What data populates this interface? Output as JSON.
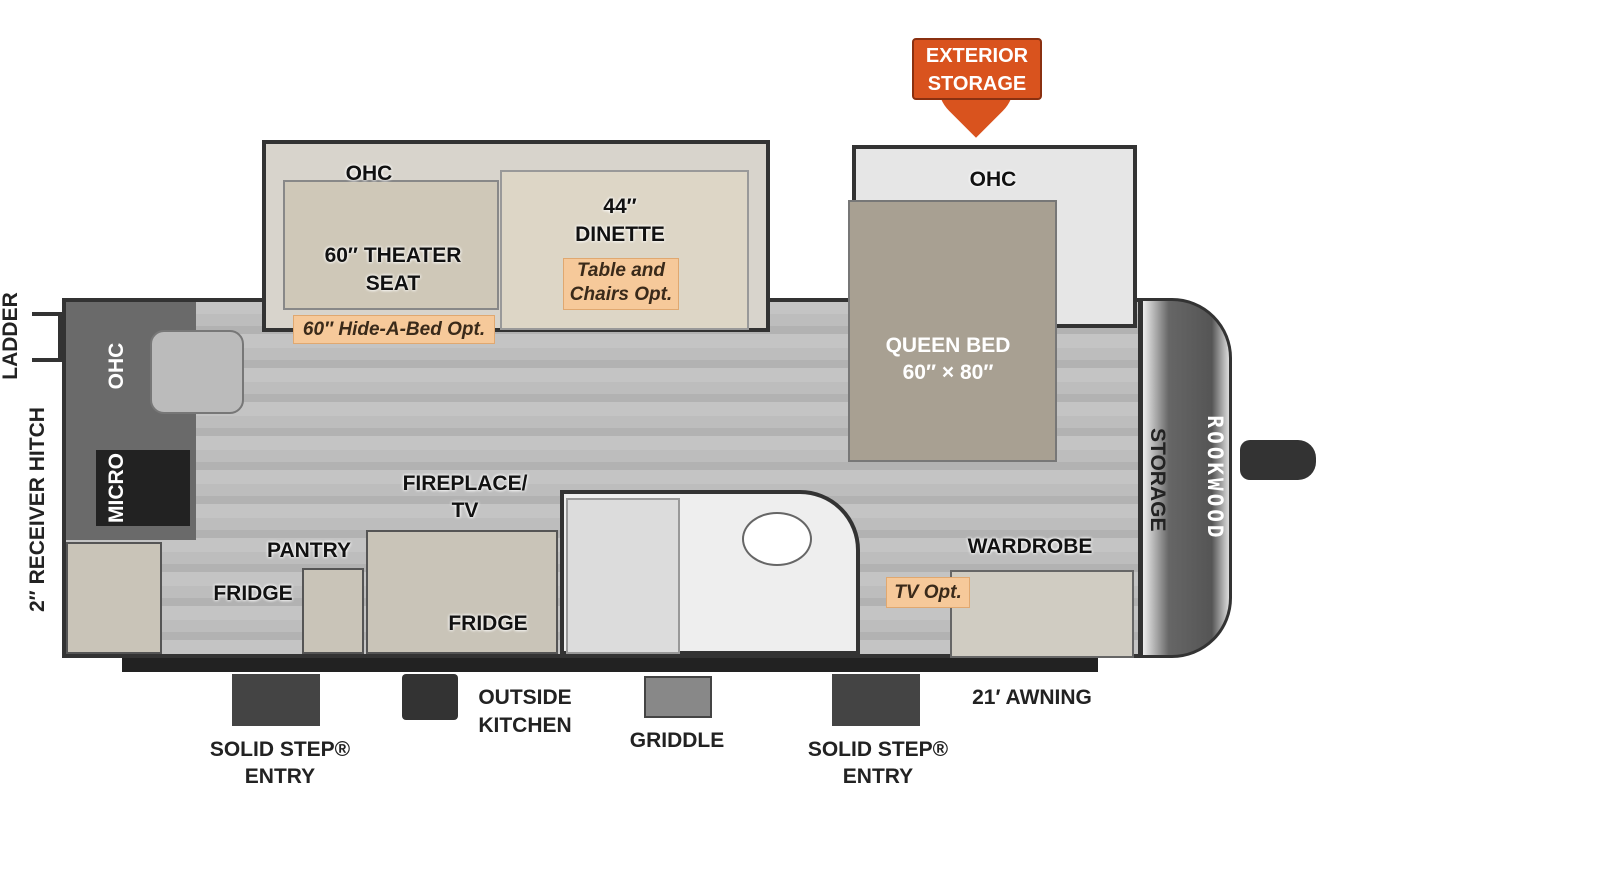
{
  "brand": "ROOKWOOD",
  "colors": {
    "option_bg": "#f6c99a",
    "marker": "#d9531e",
    "floor": "#bdbdbd"
  },
  "exterior": {
    "ladder": "LADDER",
    "hitch": "2″ RECEIVER HITCH",
    "exterior_storage": [
      "EXTERIOR",
      "STORAGE"
    ],
    "awning": "21′ AWNING",
    "outside_kitchen": [
      "OUTSIDE",
      "KITCHEN"
    ],
    "griddle": "GRIDDLE",
    "entry_rear": [
      "SOLID STEP®",
      "ENTRY"
    ],
    "entry_front": [
      "SOLID STEP®",
      "ENTRY"
    ],
    "storage": "STORAGE"
  },
  "interior": {
    "ohc_kitchen": "OHC",
    "micro": "MICRO",
    "fridge_1": "FRIDGE",
    "pantry": "PANTRY",
    "fireplace_tv": [
      "FIREPLACE/",
      "TV"
    ],
    "fridge_2": "FRIDGE",
    "ohc_living": "OHC",
    "theater_seat": [
      "60″ THEATER",
      "SEAT"
    ],
    "dinette": [
      "44″",
      "DINETTE"
    ],
    "ohc_bed": "OHC",
    "queen_bed": [
      "QUEEN BED",
      "60″ × 80″"
    ],
    "wardrobe": "WARDROBE"
  },
  "options": {
    "table_chairs": [
      "Table and",
      "Chairs Opt."
    ],
    "hide_a_bed": "60″ Hide-A-Bed Opt.",
    "tv": "TV Opt."
  }
}
